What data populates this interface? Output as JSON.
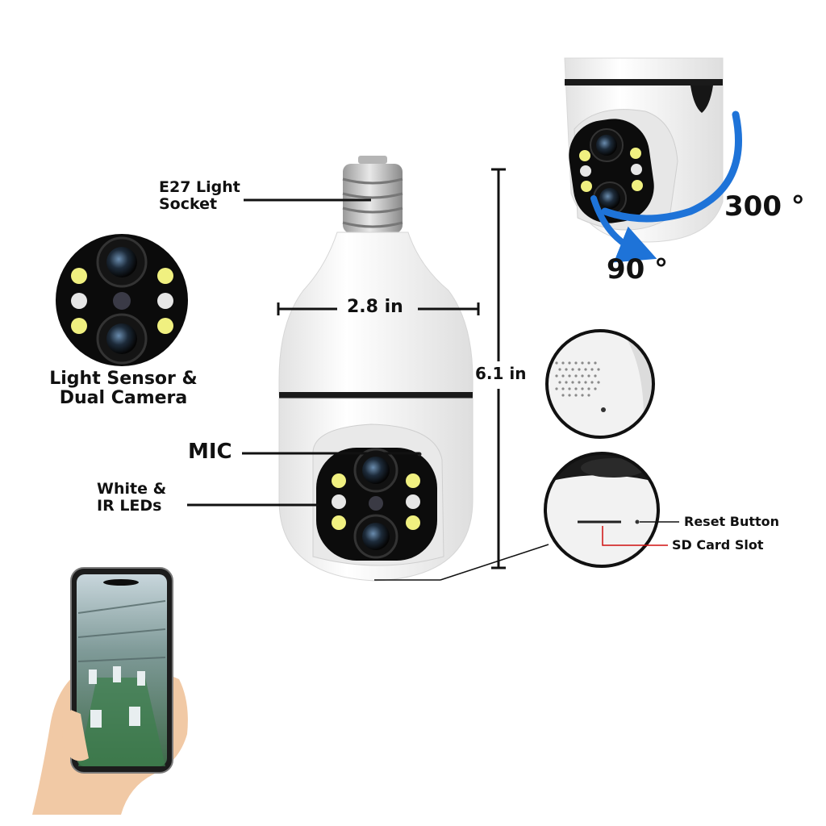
{
  "labels": {
    "socket_line1": "E27 Light",
    "socket_line2": "Socket",
    "sensor_line1": "Light Sensor &",
    "sensor_line2": "Dual Camera",
    "mic": "MIC",
    "leds_line1": "White &",
    "leds_line2": "IR LEDs",
    "width": "2.8 in",
    "height": "6.1 in",
    "rotation_horizontal": "300 °",
    "rotation_vertical": "90 °",
    "reset_button": "Reset Button",
    "sd_card_slot": "SD Card Slot"
  },
  "colors": {
    "text": "#111111",
    "rotation_arrow": "#1e73d8",
    "bulb_body": "#f4f4f4",
    "lens_housing": "#0c0c0c",
    "led_yellow": "#f0f080",
    "led_white": "#e6e6e6",
    "red_line": "#d01010"
  },
  "icons": {
    "camera": "lens-icon",
    "led": "led-icon",
    "phone": "smartphone-icon",
    "hand": "hand-icon"
  }
}
